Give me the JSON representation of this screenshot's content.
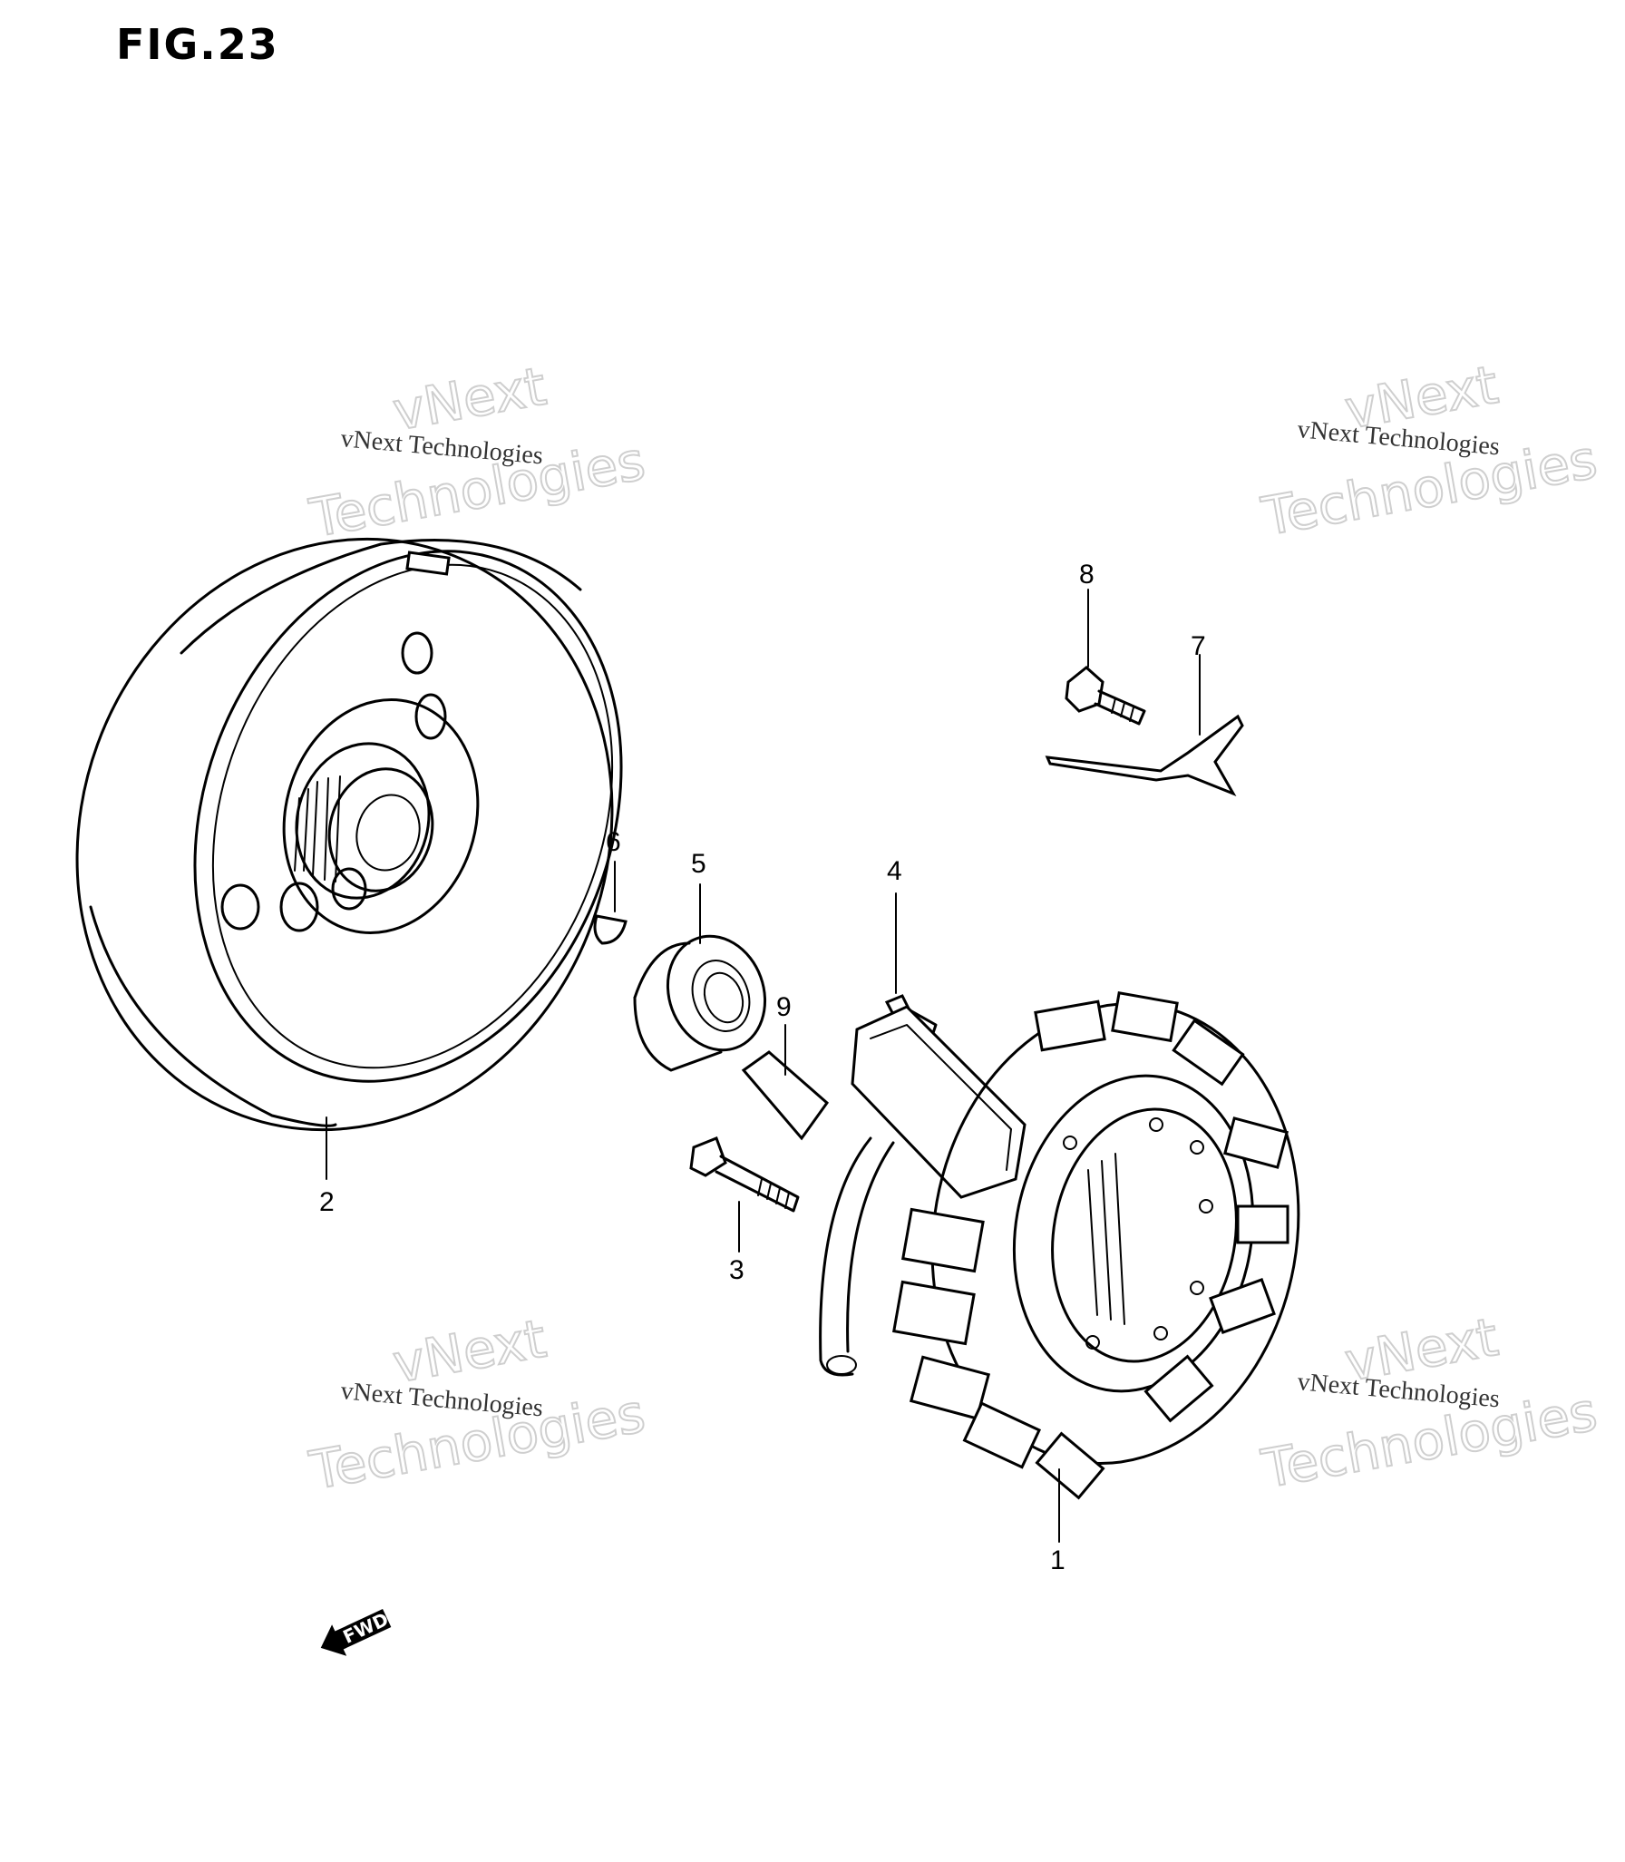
{
  "figure": {
    "title": "FIG.23"
  },
  "callouts": {
    "part_1": "1",
    "part_2": "2",
    "part_3": "3",
    "part_4": "4",
    "part_5": "5",
    "part_6": "6",
    "part_7": "7",
    "part_8": "8",
    "part_9": "9"
  },
  "direction_label": "FWD",
  "watermark": {
    "line_small": "vNext Technologies",
    "line_big_1": "vNext",
    "line_big_2": "Technologies"
  }
}
